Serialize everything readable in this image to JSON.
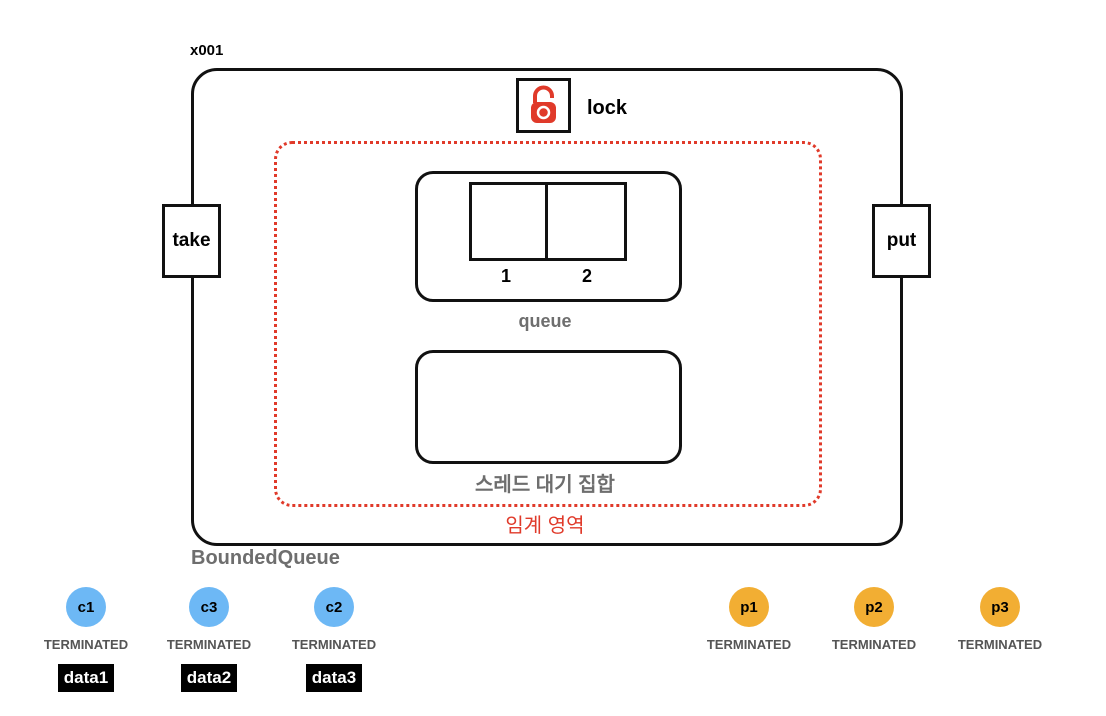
{
  "instance_id": "x001",
  "lock": {
    "label": "lock",
    "icon": "padlock-icon",
    "color": "#e03a2a"
  },
  "methods": {
    "take": "take",
    "put": "put"
  },
  "queue": {
    "label": "queue",
    "slots": [
      "1",
      "2"
    ]
  },
  "wait_set": {
    "label": "스레드 대기 집합"
  },
  "critical_section": {
    "label": "임계 영역",
    "color": "#e03a2a"
  },
  "object_name": "BoundedQueue",
  "consumers": [
    {
      "name": "c1",
      "state": "TERMINATED",
      "data": "data1"
    },
    {
      "name": "c3",
      "state": "TERMINATED",
      "data": "data2"
    },
    {
      "name": "c2",
      "state": "TERMINATED",
      "data": "data3"
    }
  ],
  "producers": [
    {
      "name": "p1",
      "state": "TERMINATED"
    },
    {
      "name": "p2",
      "state": "TERMINATED"
    },
    {
      "name": "p3",
      "state": "TERMINATED"
    }
  ],
  "colors": {
    "consumer": "#6db8f5",
    "producer": "#f2ae33"
  }
}
